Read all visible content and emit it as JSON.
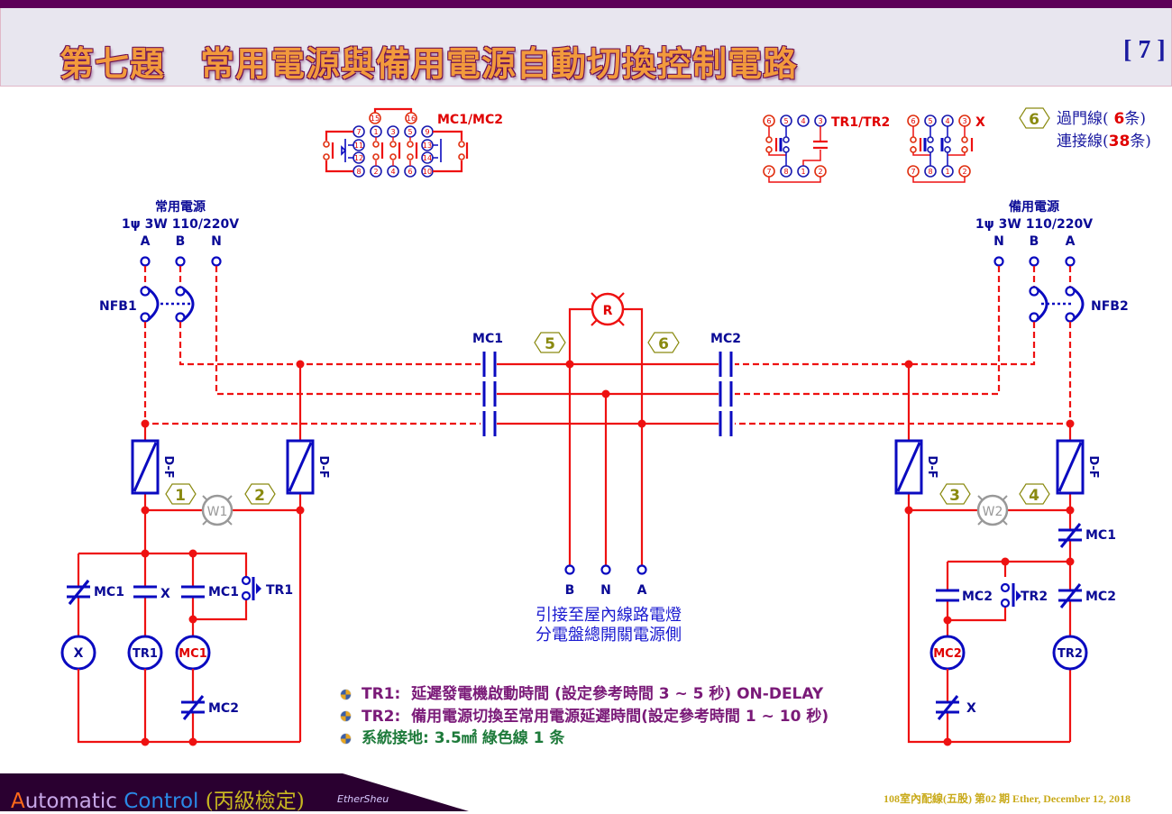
{
  "header": {
    "title": "第七題　常用電源與備用電源自動切換控制電路",
    "page_number": "[ 7 ]"
  },
  "pin_diagrams": {
    "mc": {
      "label": "MC1/MC2",
      "top_pins": [
        "15",
        "16"
      ],
      "row1": [
        "7",
        "1",
        "3",
        "5",
        "9"
      ],
      "aux_left": [
        "11",
        "12"
      ],
      "aux_right": [
        "13",
        "14"
      ],
      "row3": [
        "8",
        "2",
        "4",
        "6",
        "10"
      ]
    },
    "tr": {
      "label": "TR1/TR2",
      "top_pins": [
        "6",
        "5",
        "4",
        "3"
      ],
      "bottom_pins": [
        "7",
        "8",
        "1",
        "2"
      ]
    },
    "x": {
      "label": "X",
      "top_pins": [
        "6",
        "5",
        "4",
        "3"
      ],
      "bottom_pins": [
        "7",
        "8",
        "1",
        "2"
      ]
    }
  },
  "legend": {
    "badge": "6",
    "through_wire_label": "過門線(",
    "through_wire_count": " 6",
    "through_wire_unit": "条)",
    "connect_wire_label": "連接線(",
    "connect_wire_count": "38",
    "connect_wire_unit": "条)"
  },
  "sources": {
    "normal": {
      "title": "常用電源",
      "spec": "1ψ 3W 110/220V",
      "terminals": [
        "A",
        "B",
        "N"
      ],
      "breaker": "NFB1"
    },
    "standby": {
      "title": "備用電源",
      "spec": "1ψ 3W 110/220V",
      "terminals": [
        "N",
        "B",
        "A"
      ],
      "breaker": "NFB2"
    }
  },
  "components": {
    "mc1_main": "MC1",
    "mc2_main": "MC2",
    "lamp": "R",
    "fuse": "D-F",
    "w1": "W1",
    "w2": "W2",
    "coil_x": "X",
    "coil_tr1": "TR1",
    "coil_mc1": "MC1",
    "coil_mc2": "MC2",
    "coil_tr2": "TR2",
    "contact_mc1": "MC1",
    "contact_mc2": "MC2",
    "contact_x": "X",
    "contact_tr1": "TR1",
    "contact_tr2": "TR2"
  },
  "hex_badges": [
    "1",
    "2",
    "3",
    "4",
    "5",
    "6"
  ],
  "output_terminals": [
    "B",
    "N",
    "A"
  ],
  "destination": {
    "line1": "引接至屋內線路電燈",
    "line2": "分電盤總開關電源側"
  },
  "notes": [
    {
      "text": "TR1:  延遲發電機啟動時間 (設定參考時間 3 ~ 5 秒) ON-DELAY",
      "color": "purple"
    },
    {
      "text": "TR2:  備用電源切換至常用電源延遲時間(設定參考時間 1 ~ 10 秒)",
      "color": "purple"
    },
    {
      "text": "系統接地: 3.5㎟ 綠色線 1 条",
      "color": "green"
    }
  ],
  "footer": {
    "title_a": "A",
    "title_uto": "utomatic ",
    "title_c": "Control",
    "title_cn": " (丙級檢定)",
    "author": "EtherSheu",
    "credit": "108室內配線(五股) 第02 期 Ether, December 12, 2018"
  },
  "colors": {
    "wire": "#ee1111",
    "device": "#0a0ac0",
    "badge": "#8a8a10",
    "header_bar": "#5c0058",
    "footer_bg": "#2a0030"
  }
}
